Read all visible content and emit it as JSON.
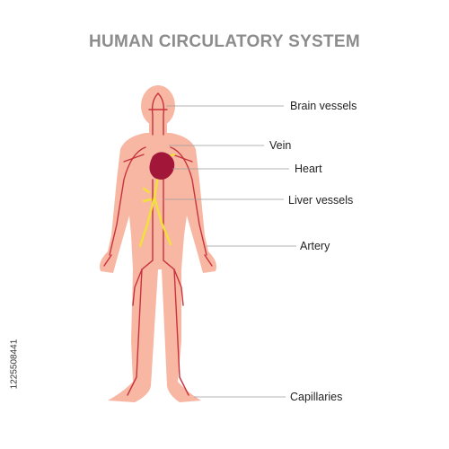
{
  "title": "HUMAN CIRCULATORY SYSTEM",
  "labels": {
    "brain": "Brain vessels",
    "vein": "Vein",
    "heart": "Heart",
    "liver": "Liver vessels",
    "artery": "Artery",
    "capillaries": "Capillaries"
  },
  "side_id": "1225508441",
  "colors": {
    "body": "#f7b7a3",
    "vessel": "#c8323c",
    "heart": "#a2163a",
    "liver": "#f3e03a",
    "leader": "#9a9a9a",
    "title": "#8c8c8c"
  }
}
